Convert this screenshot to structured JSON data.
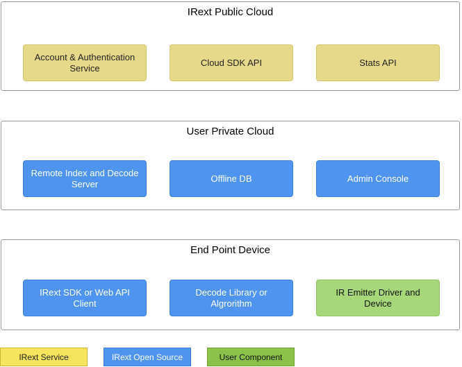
{
  "layers": {
    "public_cloud": {
      "title": "IRext Public Cloud",
      "boxes": [
        "Account & Authentication Service",
        "Cloud SDK API",
        "Stats API"
      ]
    },
    "private_cloud": {
      "title": "User Private Cloud",
      "boxes": [
        "Remote Index and Decode Server",
        "Offline DB",
        "Admin Console"
      ]
    },
    "end_point": {
      "title": "End Point Device",
      "boxes": [
        "IRext SDK or Web API Client",
        "Decode Library or Algrorithm",
        "IR Emitter Driver and Device"
      ]
    }
  },
  "legend": {
    "service": "IRext Service",
    "open_source": "IRext Open Source",
    "user_component": "User Component"
  },
  "colors": {
    "service": "#e6d98a",
    "open_source": "#4f94ef",
    "user_component": "#a6d87a"
  }
}
